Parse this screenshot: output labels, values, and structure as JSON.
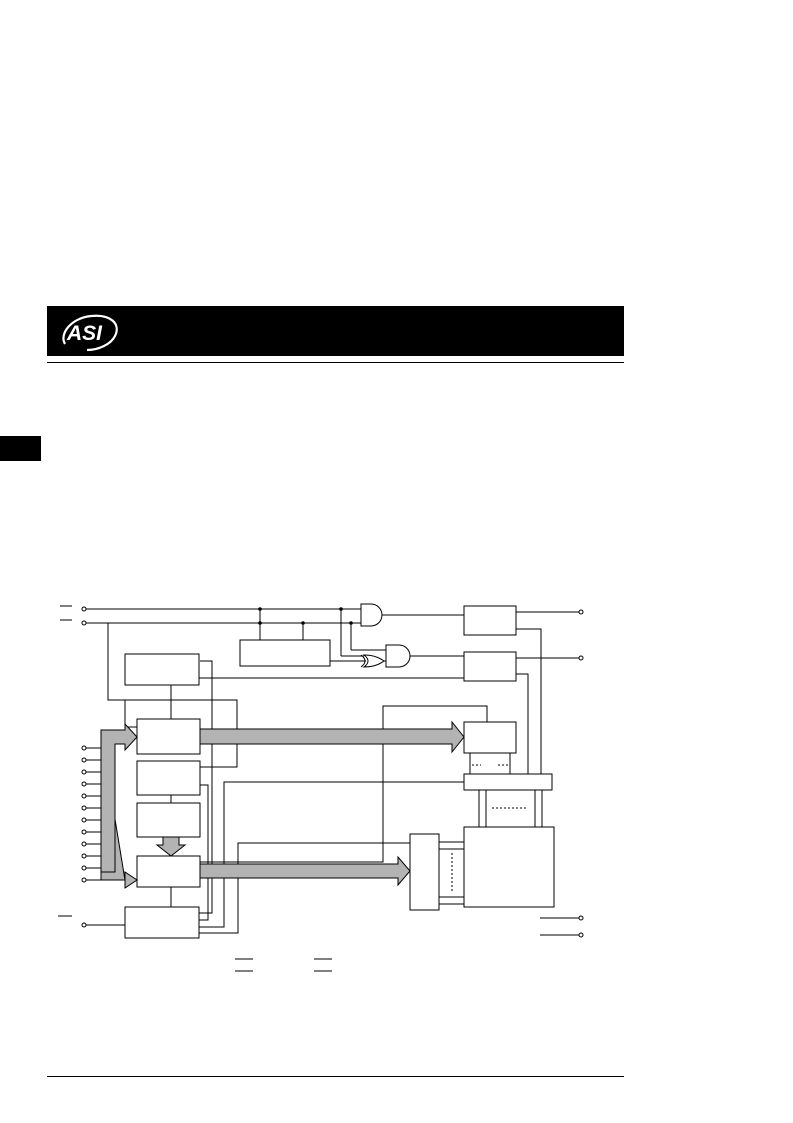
{
  "header": {
    "logo": {
      "text": "ASI",
      "icon": "asi-logo"
    }
  },
  "colors": {
    "banner": "#000000",
    "bus_fill": "#b3b3b3",
    "line": "#000000"
  },
  "diagram": {
    "blocks": [
      "top-left-register",
      "upper-center-block",
      "gate-output-block-1",
      "gate-output-block-2",
      "address-register",
      "decoder-block",
      "mid-left-block",
      "data-register",
      "control-block",
      "right-register",
      "multiplexer-bar",
      "memory-array",
      "column-io-block"
    ],
    "gates": [
      "and-gate-upper",
      "and-gate-lower",
      "or-gate"
    ],
    "input_pin_count": 12
  }
}
